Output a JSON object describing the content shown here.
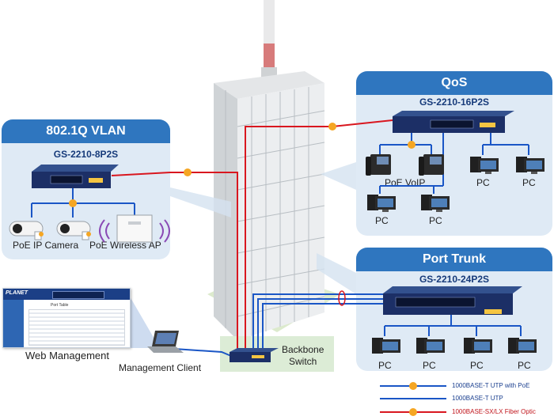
{
  "panels": {
    "vlan": {
      "title": "802.1Q VLAN",
      "model": "GS-2210-8P2S"
    },
    "qos": {
      "title": "QoS",
      "model": "GS-2210-16P2S"
    },
    "trunk": {
      "title": "Port Trunk",
      "model": "GS-2210-24P2S"
    }
  },
  "devices": {
    "poe_ip_camera": "PoE IP Camera",
    "poe_wireless_ap": "PoE Wireless AP",
    "poe_voip": "PoE VoIP",
    "pc": "PC"
  },
  "web_management": {
    "label": "Web Management",
    "brand": "PLANET",
    "page_title": "Port Table"
  },
  "management_client": "Management Client",
  "backbone_switch": {
    "line1": "Backbone",
    "line2": "Switch"
  },
  "legend": [
    {
      "label": "1000BASE-T UTP with PoE",
      "color": "#1a56c6",
      "badge": "poe"
    },
    {
      "label": "1000BASE-T UTP",
      "color": "#1a56c6",
      "badge": "none"
    },
    {
      "label": "1000BASE-SX/LX Fiber Optic",
      "color": "#d9171f",
      "badge": "fiber"
    }
  ],
  "colors": {
    "panel_header": "#2f76bf",
    "panel_body": "#dfeaf5",
    "utp_line": "#1a56c6",
    "fiber_line": "#d9171f",
    "switch_body": "#1c2f66",
    "badge": "#f5a623"
  }
}
